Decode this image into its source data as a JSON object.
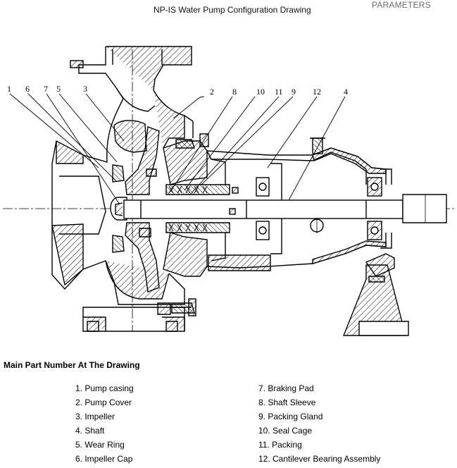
{
  "header": {
    "title": "NP-IS Water Pump Configuration Drawing",
    "tab_label": "PARAMETERS"
  },
  "drawing": {
    "callouts": [
      "1",
      "6",
      "7",
      "5",
      "3",
      "2",
      "8",
      "10",
      "11",
      "9",
      "12",
      "4"
    ]
  },
  "parts": {
    "heading": "Main Part Number At The Drawing",
    "left": [
      "1. Pump casing",
      "2. Pump Cover",
      "3. Impeller",
      "4. Shaft",
      "5. Wear Ring",
      "6. Impeller Cap"
    ],
    "right": [
      "7. Braking Pad",
      "8. Shaft Sleeve",
      "9. Packing Gland",
      "10. Seal Cage",
      "11. Packing",
      "12. Cantilever Bearing Assembly"
    ]
  }
}
